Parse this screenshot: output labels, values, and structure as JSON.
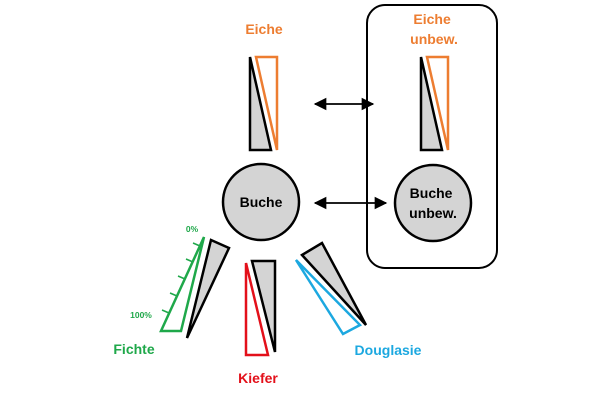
{
  "labels": {
    "eiche": "Eiche",
    "eiche_unbew_line1": "Eiche",
    "eiche_unbew_line2": "unbew.",
    "buche": "Buche",
    "buche_unbew_line1": "Buche",
    "buche_unbew_line2": "unbew.",
    "fichte": "Fichte",
    "kiefer": "Kiefer",
    "douglasie": "Douglasie",
    "scale_min": "0%",
    "scale_max": "100%"
  },
  "colors": {
    "eiche": "#ED7D31",
    "fichte": "#1FA84A",
    "kiefer": "#E3101A",
    "douglasie": "#1CA8E0",
    "neutral_fill": "#D4D4D4",
    "outline": "#000000"
  }
}
